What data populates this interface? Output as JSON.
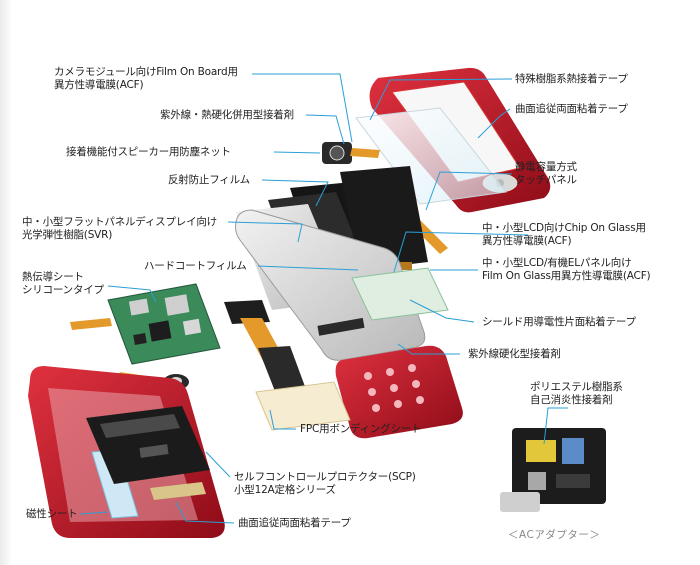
{
  "labels": {
    "camera_acf_1": "カメラモジュール向けFilm On Board用",
    "camera_acf_2": "異方性導電膜(ACF)",
    "uv_adhesive": "紫外線・熱硬化併用型接着剤",
    "speaker_net": "接着機能付スピーカー用防塵ネット",
    "antireflect": "反射防止フィルム",
    "svr_1": "中・小型フラットパネルディスプレイ向け",
    "svr_2": "光学弾性樹脂(SVR)",
    "hardcoat": "ハードコートフィルム",
    "thermal_1": "熱伝導シート",
    "thermal_2": "シリコーンタイプ",
    "special_tape": "特殊樹脂系熱接着テープ",
    "curve_tape_top": "曲面追従両面粘着テープ",
    "touch_1": "静電容量方式",
    "touch_2": "タッチパネル",
    "cog_1": "中・小型LCD向けChip On Glass用",
    "cog_2": "異方性導電膜(ACF)",
    "fog_1": "中・小型LCD/有機ELパネル向け",
    "fog_2": "Film On Glass用異方性導電膜(ACF)",
    "shield_tape": "シールド用導電性片面粘着テープ",
    "uv_cure": "紫外線硬化型接着剤",
    "fpc_sheet": "FPC用ボンディングシート",
    "polyester_1": "ポリエステル樹脂系",
    "polyester_2": "自己消炎性接着剤",
    "scp_1": "セルフコントロールプロテクター(SCP)",
    "scp_2": "小型12A定格シリーズ",
    "magnetic": "磁性シート",
    "curve_tape_bottom": "曲面追従両面粘着テープ"
  },
  "caption": "＜ACアダプター＞",
  "colors": {
    "leader": "#2a9fd8",
    "phone_red": "#c0182a",
    "board_green": "#3a8a5a",
    "display_black": "#151515",
    "flex_orange": "#e39a2a"
  }
}
